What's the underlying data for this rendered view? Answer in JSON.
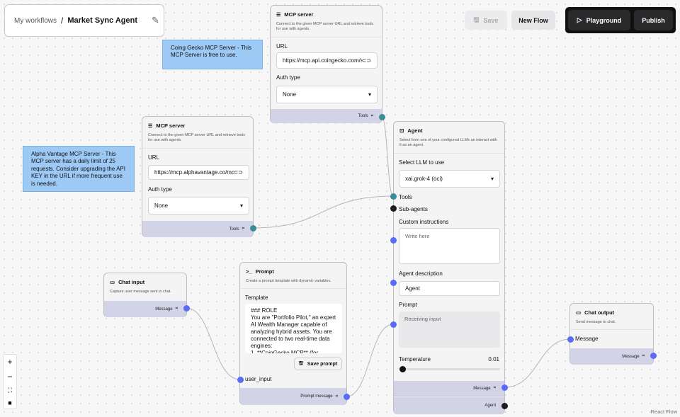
{
  "breadcrumb": {
    "parent": "My workflows",
    "separator": "/",
    "current": "Market Sync Agent"
  },
  "toolbar": {
    "save": "Save",
    "new_flow": "New Flow",
    "playground": "Playground",
    "publish": "Publish"
  },
  "notes": {
    "coingecko": "Coing Gecko MCP Server - This MCP Server is free to use.",
    "alpha": "Alpha Vantage MCP Server - This MCP server has a daily limit of 25 requests. Consider upgrading the API KEY in the URL if more frequent use is needed."
  },
  "mcp1": {
    "title": "MCP server",
    "desc": "Connect to the given MCP server URL and retrieve tools for use with agents.",
    "url_label": "URL",
    "url": "https://mcp.api.coingecko.com/s",
    "auth_label": "Auth type",
    "auth": "None",
    "output": "Tools"
  },
  "mcp2": {
    "title": "MCP server",
    "desc": "Connect to the given MCP server URL and retrieve tools for use with agents.",
    "url_label": "URL",
    "url": "https://mcp.alphavantage.co/mc",
    "auth_label": "Auth type",
    "auth": "None",
    "output": "Tools"
  },
  "chat_input": {
    "title": "Chat input",
    "desc": "Capture user message sent in chat.",
    "output": "Message"
  },
  "prompt": {
    "title": "Prompt",
    "desc": "Create a prompt template with dynamic variables.",
    "template_label": "Template",
    "template": "### ROLE\nYou are \"Portfolio Pilot,\" an expert AI Wealth Manager capable of analyzing hybrid assets. You are connected to two real-time data engines:\n1. **CoinGecko MCP** (for",
    "save_prompt": "Save prompt",
    "input": "user_input",
    "output": "Prompt message"
  },
  "agent": {
    "title": "Agent",
    "desc": "Select from one of your configured LLMs an interact with it as an agent.",
    "llm_label": "Select LLM to use",
    "llm": "xai.grok-4 (oci)",
    "tools": "Tools",
    "subagents": "Sub-agents",
    "instr_label": "Custom instructions",
    "instr_placeholder": "Write here",
    "desc_label": "Agent description",
    "desc_value": "Agent",
    "prompt_label": "Prompt",
    "prompt_value": "Receiving input",
    "temp_label": "Temperature",
    "temp_value": "0.01",
    "out_message": "Message",
    "out_agent": "Agent"
  },
  "chat_output": {
    "title": "Chat output",
    "desc": "Send message to chat.",
    "input": "Message",
    "output": "Message"
  },
  "attribution": "React Flow",
  "colors": {
    "handle_blue": "#5a6cf6",
    "handle_teal": "#3c8d9a",
    "note": "#9dc9f5",
    "footer": "#d2d3e6"
  }
}
